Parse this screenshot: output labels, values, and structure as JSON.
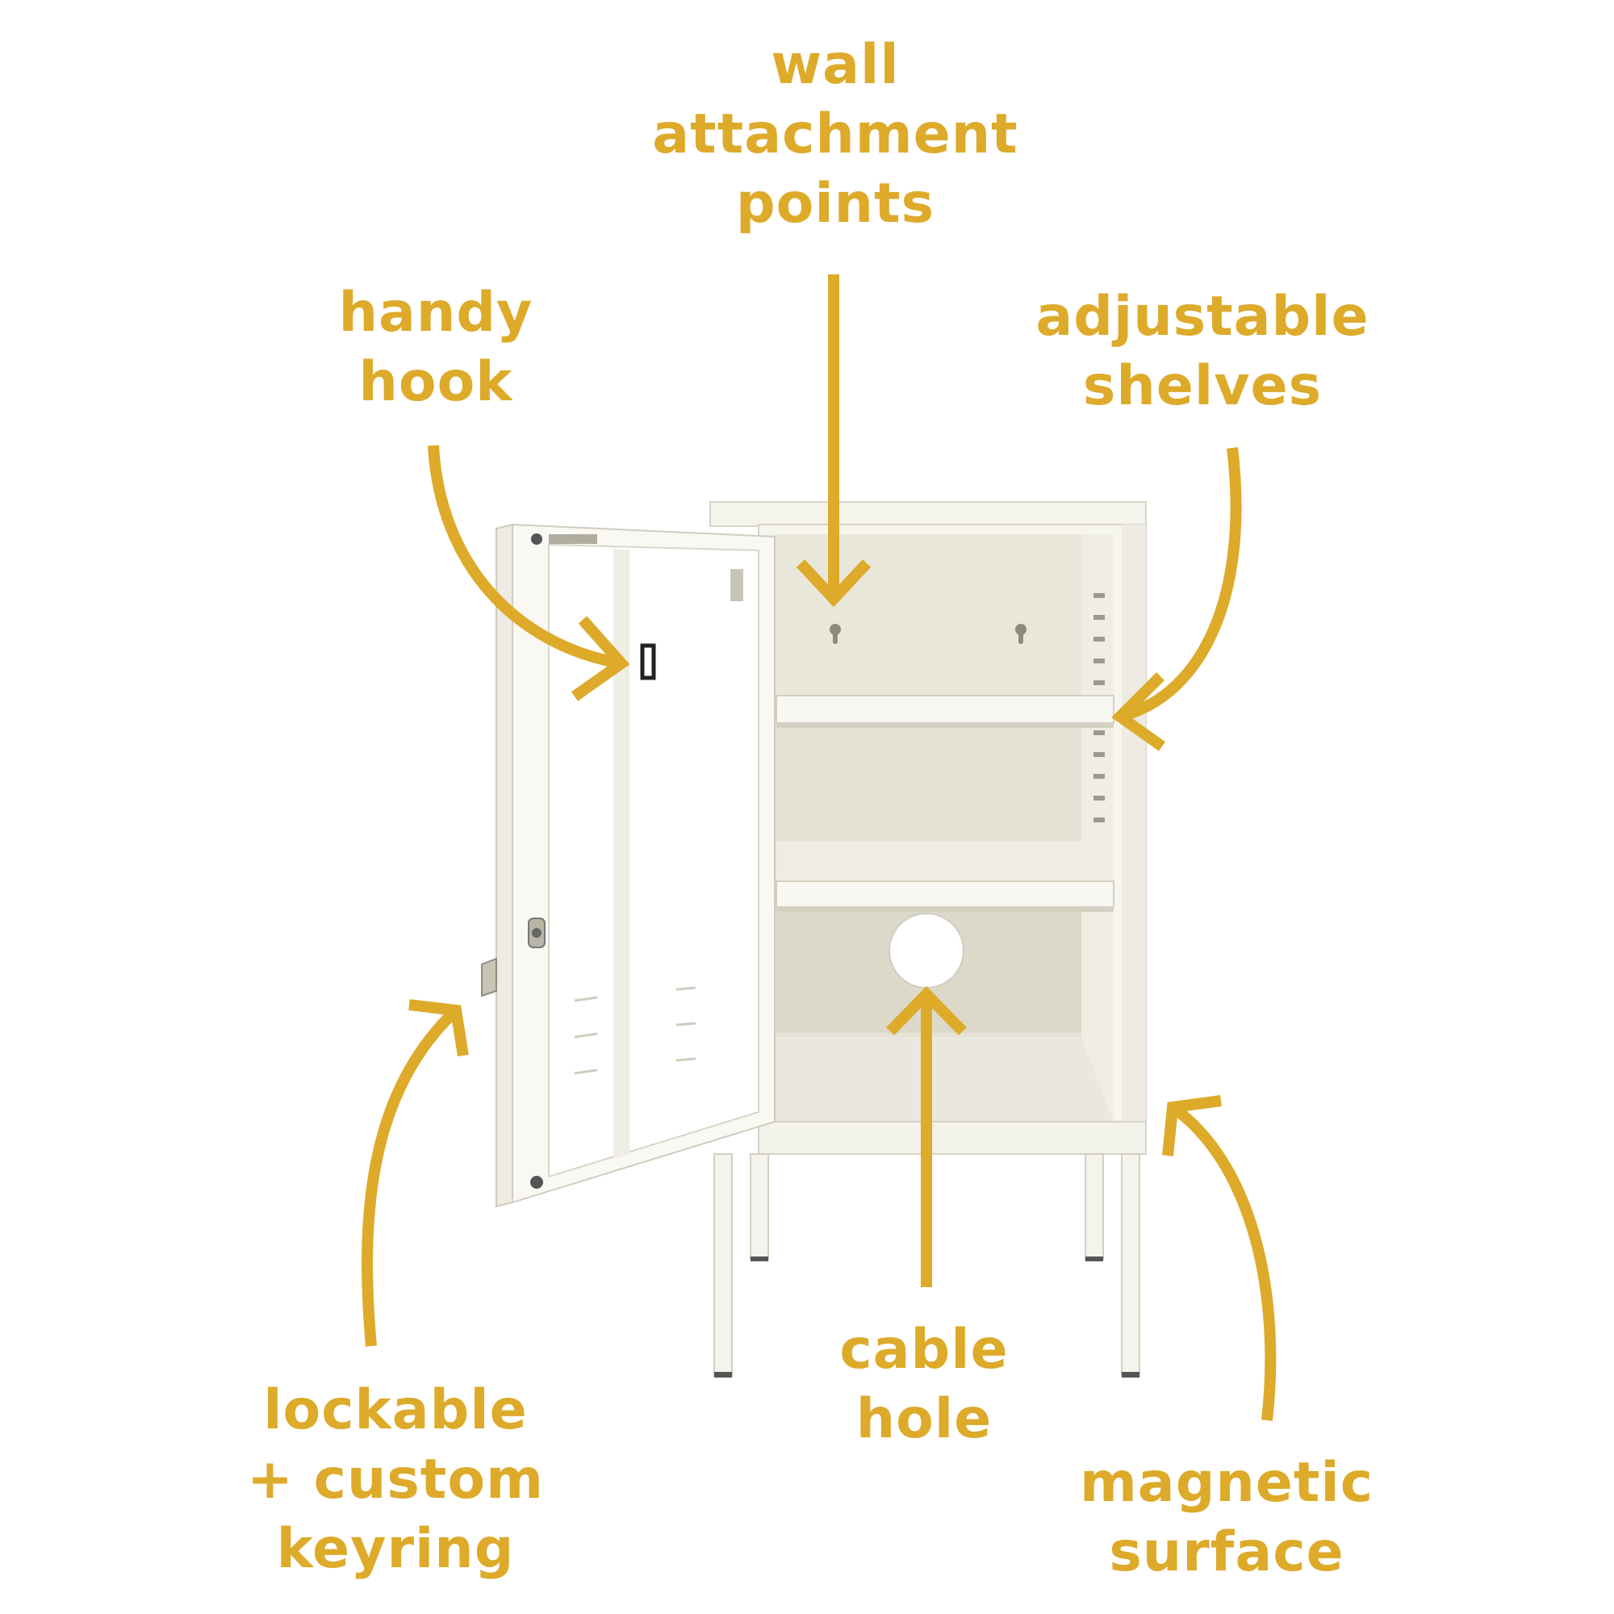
{
  "annotations": {
    "wall": {
      "lines": [
        "wall",
        "attachment",
        "points"
      ]
    },
    "hook": {
      "lines": [
        "handy",
        "hook"
      ]
    },
    "shelves": {
      "lines": [
        "adjustable",
        "shelves"
      ]
    },
    "lock": {
      "lines": [
        "lockable",
        "+ custom",
        "keyring"
      ]
    },
    "cable": {
      "lines": [
        "cable",
        "hole"
      ]
    },
    "magnetic": {
      "lines": [
        "magnetic",
        "surface"
      ]
    }
  },
  "colors": {
    "accent": "#DDAA2A",
    "cabinet": "#F7F6F0",
    "cabinet_shadow": "#D9D6C8",
    "interior": "#E8E5D8",
    "background": "#FFFFFF"
  },
  "icons": [
    "arrow-wall",
    "arrow-hook",
    "arrow-shelves",
    "arrow-lock",
    "arrow-cable",
    "arrow-magnetic"
  ]
}
